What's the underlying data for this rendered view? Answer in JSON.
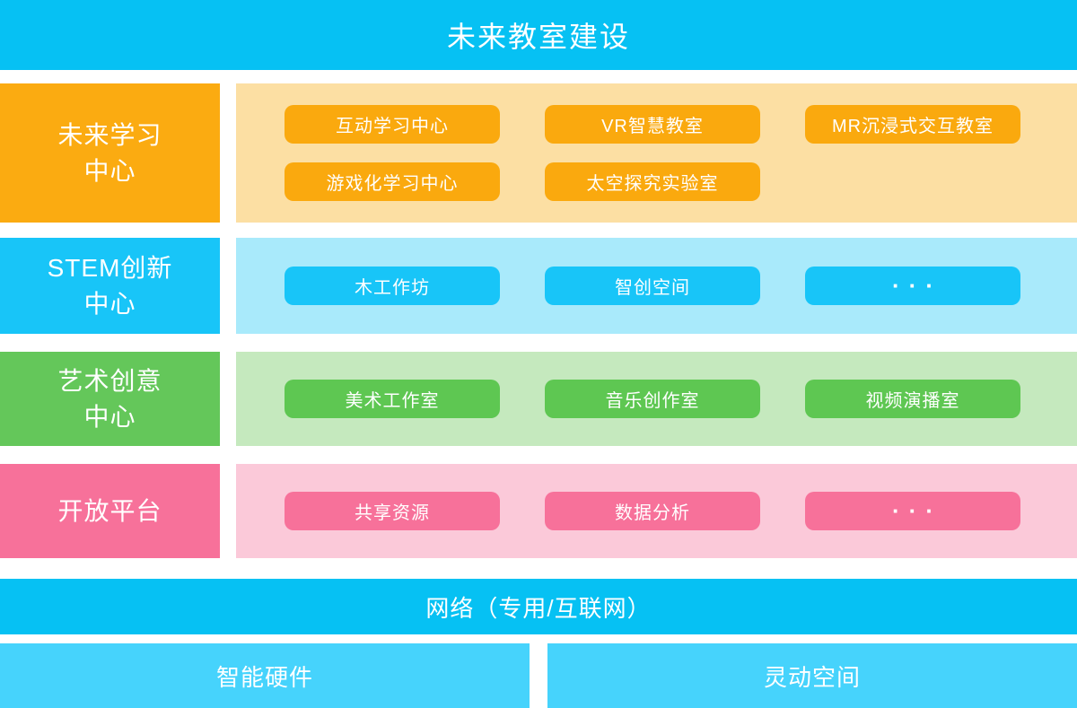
{
  "header": {
    "title": "未来教室建设"
  },
  "rows": [
    {
      "label": "未来学习中心",
      "label_lines": [
        "未来学习",
        "中心"
      ],
      "items": [
        "互动学习中心",
        "VR智慧教室",
        "MR沉浸式交互教室",
        "游戏化学习中心",
        "太空探究实验室"
      ]
    },
    {
      "label": "STEM创新中心",
      "label_lines": [
        "STEM创新",
        "中心"
      ],
      "items": [
        "木工作坊",
        "智创空间",
        "···"
      ]
    },
    {
      "label": "艺术创意中心",
      "label_lines": [
        "艺术创意",
        "中心"
      ],
      "items": [
        "美术工作室",
        "音乐创作室",
        "视频演播室"
      ]
    },
    {
      "label": "开放平台",
      "label_lines": [
        "开放平台"
      ],
      "items": [
        "共享资源",
        "数据分析",
        "···"
      ]
    }
  ],
  "network_bar": {
    "label": "网络（专用/互联网）"
  },
  "bottom_blocks": [
    {
      "label": "智能硬件"
    },
    {
      "label": "灵动空间"
    }
  ],
  "colors": {
    "cyan_bar": "#06C1F3",
    "cyan_block": "#46D3FC",
    "orange": "#FBAB11",
    "orange_panel": "#FCDFA3",
    "cyan": "#18C5F8",
    "cyan_panel": "#A9EAFB",
    "green": "#5EC752",
    "green_panel": "#C5E9BE",
    "pink": "#F7719A",
    "pink_panel": "#FBC9D9",
    "text": "#FFFFFF"
  }
}
